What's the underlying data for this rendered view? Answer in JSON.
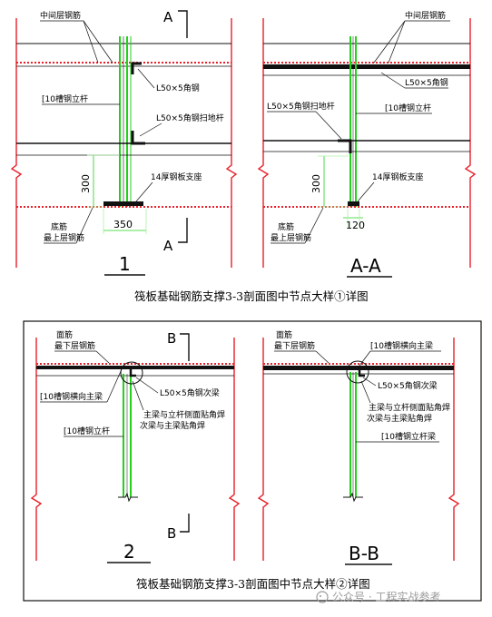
{
  "colors": {
    "green": "#22d11b",
    "red": "#e8202a",
    "black": "#111111",
    "light_green": "#aef0a8"
  },
  "part1": {
    "left": {
      "labels": {
        "middle_rebar": "中间层钢筋",
        "angle_steel": "L50×5角钢",
        "channel_post": "[10槽钢立杆",
        "sweep_rod": "L50×5角钢扫地杆",
        "plate_support": "14厚钢板支座",
        "bottom_rebar": "底筋",
        "top_layer_rebar": "最上层钢筋",
        "dim_height": "300",
        "dim_width": "350",
        "section_a": "A",
        "detail_no": "1"
      }
    },
    "right": {
      "labels": {
        "middle_rebar": "中间层钢筋",
        "angle_steel": "L50×5角钢",
        "sweep_rod": "L50×5角钢扫地杆",
        "channel_post": "[10槽钢立杆",
        "plate_support": "14厚钢板支座",
        "dim_height": "300",
        "dim_width": "120",
        "bottom_rebar": "底筋",
        "top_layer_rebar": "最上层钢筋",
        "section_title": "A-A"
      }
    },
    "caption": "筏板基础钢筋支撑3-3剖面图中节点大样①详图"
  },
  "part2": {
    "left": {
      "labels": {
        "top_rebar": "面筋",
        "bottom_layer_rebar": "最下层钢筋",
        "section_b": "B",
        "main_beam": "[10槽钢横向主梁",
        "secondary_beam": "L50×5角钢次梁",
        "weld_main_post": "主梁与立杆侧面贴角焊",
        "weld_sec_main": "次梁与主梁贴角焊",
        "channel_post": "[10槽钢立杆",
        "detail_no": "2"
      }
    },
    "right": {
      "labels": {
        "top_rebar": "面筋",
        "bottom_layer_rebar": "最下层钢筋",
        "main_beam": "[10槽钢横向主梁",
        "secondary_beam": "L50×5角钢次梁",
        "weld_main_post": "主梁与立杆侧面贴角焊",
        "weld_sec_main": "次梁与主梁贴角焊",
        "channel_post_beam": "[10槽钢立杆梁",
        "section_title": "B-B"
      }
    },
    "caption": "筏板基础钢筋支撑3-3剖面图中节点大样②详图"
  },
  "watermark": "公众号 · 工程实战参考"
}
